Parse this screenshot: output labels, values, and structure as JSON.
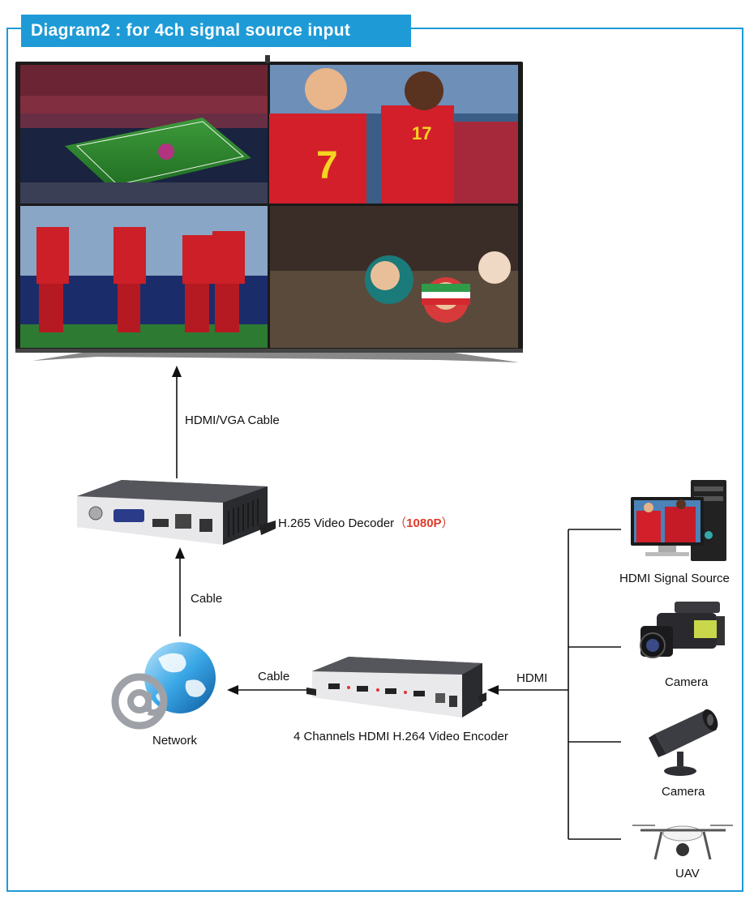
{
  "title": "Diagram2 : for 4ch signal source input",
  "labels": {
    "hdmi_vga_cable": "HDMI/VGA Cable",
    "decoder_name": "H.265 Video Decoder",
    "decoder_paren_open": "（",
    "decoder_resolution": "1080P",
    "decoder_paren_close": "）",
    "cable_up": "Cable",
    "cable_left": "Cable",
    "network": "Network",
    "encoder": "4 Channels HDMI H.264 Video Encoder",
    "hdmi": "HDMI"
  },
  "sources": [
    {
      "label": "HDMI Signal Source",
      "icon": "pc-monitor-icon"
    },
    {
      "label": "Camera",
      "icon": "camcorder-icon"
    },
    {
      "label": "Camera",
      "icon": "cctv-camera-icon"
    },
    {
      "label": "UAV",
      "icon": "drone-icon"
    }
  ],
  "colors": {
    "accent": "#1e9bd7",
    "highlight": "#e03a2a",
    "device": "#2e2f33"
  }
}
